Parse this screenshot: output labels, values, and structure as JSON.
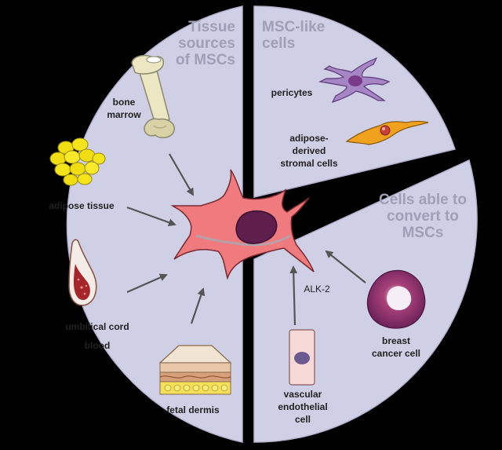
{
  "colors": {
    "background": "#000000",
    "sector_fill": "#cfcfe6",
    "sector_edge": "#b4b4d0",
    "header_text": "#9fa0b8",
    "label_text": "#222222",
    "arrow": "#555555",
    "msc_body": "#ef7b7f",
    "msc_nucleus": "#5f1f4d"
  },
  "sectors": {
    "tissue_sources": {
      "title_lines": [
        "Tissue",
        "sources",
        "of MSCs"
      ],
      "items": [
        {
          "id": "bone-marrow",
          "icon": "bone-icon",
          "label_lines": [
            "bone",
            "marrow"
          ]
        },
        {
          "id": "adipose-tissue",
          "icon": "adipocyte-cluster-icon",
          "label_lines": [
            "adipose tissue"
          ]
        },
        {
          "id": "umbilical-cord-blood",
          "icon": "umbilical-cord-icon",
          "label_lines": [
            "umbilical cord",
            "blood"
          ]
        },
        {
          "id": "fetal-dermis",
          "icon": "skin-section-icon",
          "label_lines": [
            "fetal dermis"
          ]
        }
      ]
    },
    "msc_like": {
      "title_lines": [
        "MSC-like",
        "cells"
      ],
      "items": [
        {
          "id": "pericytes",
          "icon": "pericyte-icon",
          "label_lines": [
            "pericytes"
          ]
        },
        {
          "id": "adipose-derived-stromal",
          "icon": "stromal-cell-icon",
          "label_lines": [
            "adipose-",
            "derived",
            "stromal cells"
          ]
        }
      ]
    },
    "convertible": {
      "title_lines": [
        "Cells able to",
        "convert to",
        "MSCs"
      ],
      "items": [
        {
          "id": "breast-cancer-cell",
          "icon": "cancer-cell-icon",
          "label_lines": [
            "breast",
            "cancer cell"
          ]
        },
        {
          "id": "vascular-endothelial",
          "icon": "endothelial-cell-icon",
          "label_lines": [
            "vascular",
            "endothelial",
            "cell"
          ]
        }
      ],
      "arrow_label": "ALK-2"
    }
  },
  "center": {
    "icon": "msc-cell-icon"
  }
}
